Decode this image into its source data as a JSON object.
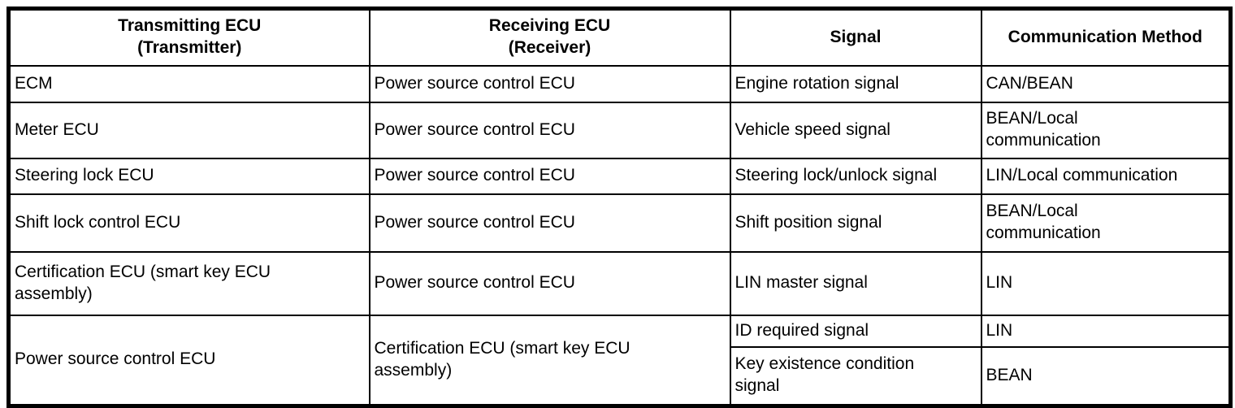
{
  "table": {
    "headers": [
      "Transmitting ECU\n(Transmitter)",
      "Receiving ECU\n(Receiver)",
      "Signal",
      "Communication Method"
    ],
    "rows": [
      {
        "transmitter": "ECM",
        "receiver": "Power source control ECU",
        "signal": "Engine rotation signal",
        "method": "CAN/BEAN"
      },
      {
        "transmitter": "Meter ECU",
        "receiver": "Power source control ECU",
        "signal": "Vehicle speed signal",
        "method": "BEAN/Local\ncommunication"
      },
      {
        "transmitter": "Steering lock ECU",
        "receiver": "Power source control ECU",
        "signal": "Steering lock/unlock signal",
        "method": "LIN/Local communication"
      },
      {
        "transmitter": "Shift lock control ECU",
        "receiver": "Power source control ECU",
        "signal": "Shift position signal",
        "method": "BEAN/Local\ncommunication"
      },
      {
        "transmitter": "Certification ECU (smart key ECU\nassembly)",
        "receiver": "Power source control ECU",
        "signal": "LIN master signal",
        "method": "LIN"
      },
      {
        "transmitter": "Power source control ECU",
        "receiver": "Certification ECU (smart key ECU\nassembly)",
        "signals": [
          {
            "signal": "ID required signal",
            "method": "LIN"
          },
          {
            "signal": "Key existence condition\nsignal",
            "method": "BEAN"
          }
        ]
      }
    ]
  }
}
